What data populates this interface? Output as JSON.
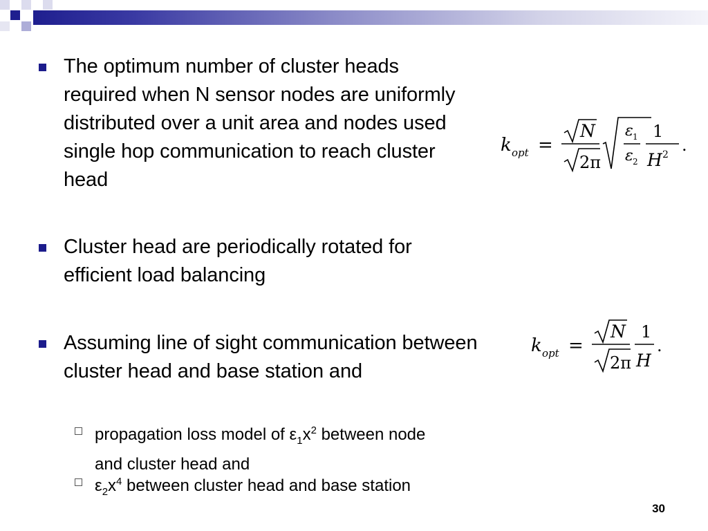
{
  "slide": {
    "bullets": [
      {
        "text": "The optimum number of cluster heads required when N sensor nodes are uniformly distributed over a unit area and nodes used single hop communication to reach cluster head"
      },
      {
        "text": "Cluster head are periodically rotated for efficient load balancing"
      },
      {
        "text": "Assuming line of sight communication between cluster head and base station and"
      }
    ],
    "sub_bullets": [
      {
        "prefix": "propagation loss model of ",
        "eps": "ε",
        "eps_sub": "1",
        "var": "x",
        "var_sup": "2",
        "suffix": " between node and cluster head and"
      },
      {
        "prefix": "",
        "eps": "ε",
        "eps_sub": "2",
        "var": "x",
        "var_sup": "4",
        "suffix": " between cluster head and base station"
      }
    ],
    "formula1": {
      "lhs": "k",
      "lhs_sub": "opt",
      "eq": "=",
      "num1": "N",
      "den1": "2π",
      "inner_num": "ε",
      "inner_num_sub": "1",
      "inner_den": "ε",
      "inner_den_sub": "2",
      "num3": "1",
      "den3": "H",
      "den3_sup": "2",
      "end": "."
    },
    "formula2": {
      "lhs": "k",
      "lhs_sub": "opt",
      "eq": "=",
      "num1": "N",
      "den1": "2π",
      "num2": "1",
      "den2": "H",
      "end": "."
    },
    "page_number": "30",
    "colors": {
      "bullet": "#1c1c8c",
      "header_dark": "#1f1f8f"
    }
  }
}
